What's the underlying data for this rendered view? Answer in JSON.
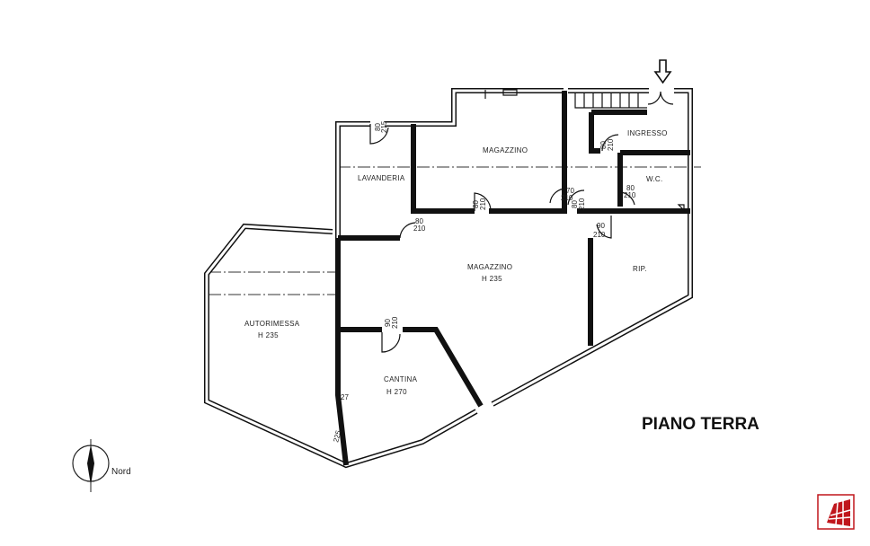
{
  "title": "PIANO TERRA",
  "north_label": "Nord",
  "rooms": {
    "magazzino_top": "MAGAZZINO",
    "ingresso": "INGRESSO",
    "lavanderia": "LAVANDERIA",
    "wc": "W.C.",
    "magazzino_main": "MAGAZZINO",
    "magazzino_main_h": "H  235",
    "rip": "RIP.",
    "autorimessa": "AUTORIMESSA",
    "autorimessa_h": "H  235",
    "cantina": "CANTINA",
    "cantina_h": "H  270"
  },
  "dimensions": {
    "d1a": "80",
    "d1b": "215",
    "d2a": "80",
    "d2b": "210",
    "d3a": "80",
    "d3b": "210",
    "d4a": "70",
    "d4b": "210",
    "d5a": "80",
    "d5b": "210",
    "d6a": "80",
    "d6b": "210",
    "d7a": "90",
    "d7b": "210",
    "d8a": "80",
    "d8b": "210",
    "d9a": "90",
    "d9b": "210",
    "d10": "27",
    "d11": "225"
  },
  "logo_color": "#c0161c"
}
